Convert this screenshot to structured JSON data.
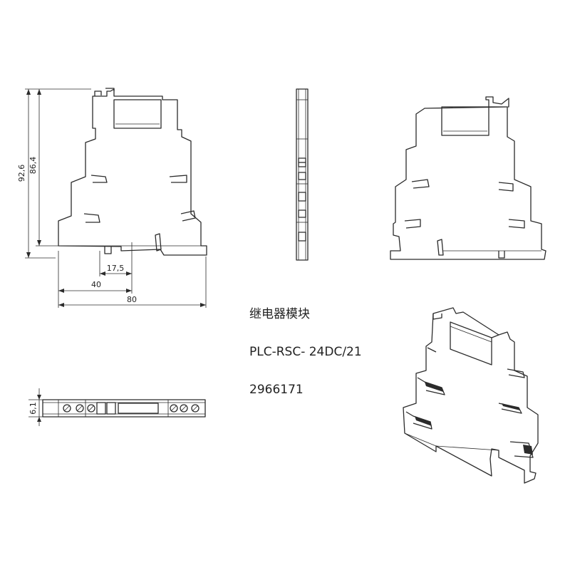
{
  "labels": {
    "name": "继电器模块",
    "model": "PLC-RSC- 24DC/21",
    "part_number": "2966171"
  },
  "dimensions": {
    "total_height": "92,6",
    "body_height": "86,4",
    "offset_small": "17,5",
    "offset_mid": "40",
    "total_width": "80",
    "thickness": "6,1"
  }
}
